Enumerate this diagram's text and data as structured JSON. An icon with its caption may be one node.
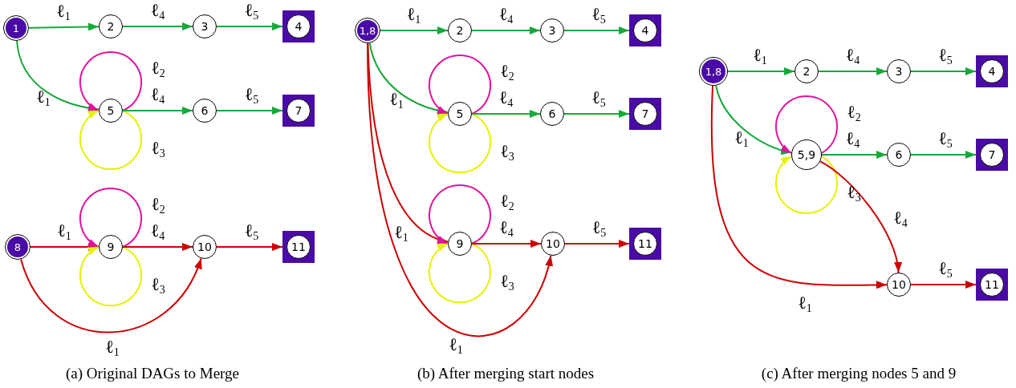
{
  "diagram": {
    "nodes": [
      {
        "text": [
          "1"
        ]
      },
      {
        "text": [
          "2"
        ]
      },
      {
        "text": [
          "3"
        ]
      },
      {
        "text": [
          "4"
        ]
      },
      {
        "text": [
          "5"
        ]
      },
      {
        "text": [
          "6"
        ]
      },
      {
        "text": [
          "7"
        ]
      },
      {
        "text": [
          "8"
        ]
      },
      {
        "text": [
          "9"
        ]
      },
      {
        "text": [
          "10"
        ]
      },
      {
        "text": [
          "11"
        ]
      },
      {
        "text": [
          "1,8"
        ]
      },
      {
        "text": [
          "2"
        ]
      },
      {
        "text": [
          "3"
        ]
      },
      {
        "text": [
          "4"
        ]
      },
      {
        "text": [
          "5"
        ]
      },
      {
        "text": [
          "6"
        ]
      },
      {
        "text": [
          "7"
        ]
      },
      {
        "text": [
          "9"
        ]
      },
      {
        "text": [
          "10"
        ]
      },
      {
        "text": [
          "11"
        ]
      },
      {
        "text": [
          "1,8"
        ]
      },
      {
        "text": [
          "2"
        ]
      },
      {
        "text": [
          "3"
        ]
      },
      {
        "text": [
          "4"
        ]
      },
      {
        "text": [
          "5,9"
        ]
      },
      {
        "text": [
          "6"
        ]
      },
      {
        "text": [
          "7"
        ]
      },
      {
        "text": [
          "10"
        ]
      },
      {
        "text": [
          "11"
        ]
      }
    ],
    "edges": [
      {
        "from": 0,
        "to": 1,
        "arrow": "to",
        "label": "ℓ$_{1}$",
        "color": "#17a83a"
      },
      {
        "from": 1,
        "to": 2,
        "arrow": "to",
        "label": "ℓ$_{4}$",
        "color": "#17a83a"
      },
      {
        "from": 2,
        "to": 3,
        "arrow": "to",
        "label": "ℓ$_{5}$",
        "color": "#17a83a"
      },
      {
        "from": 0,
        "to": 4,
        "arrow": "to",
        "label": "ℓ$_{1}$",
        "color": "#17a83a"
      },
      {
        "from": 4,
        "to": 4,
        "arrow": "to",
        "label": "ℓ$_{2}$",
        "color": "#e0149c"
      },
      {
        "from": 4,
        "to": 4,
        "arrow": "to",
        "label": "ℓ$_{3}$",
        "color": "#e6f200"
      },
      {
        "from": 4,
        "to": 5,
        "arrow": "to",
        "label": "ℓ$_{4}$",
        "color": "#17a83a"
      },
      {
        "from": 5,
        "to": 6,
        "arrow": "to",
        "label": "ℓ$_{5}$",
        "color": "#17a83a"
      },
      {
        "from": 7,
        "to": 8,
        "arrow": "to",
        "label": "ℓ$_{1}$",
        "color": "#cc0000"
      },
      {
        "from": 8,
        "to": 8,
        "arrow": "to",
        "label": "ℓ$_{2}$",
        "color": "#e0149c"
      },
      {
        "from": 8,
        "to": 8,
        "arrow": "to",
        "label": "ℓ$_{3}$",
        "color": "#e6f200"
      },
      {
        "from": 8,
        "to": 9,
        "arrow": "to",
        "label": "ℓ$_{4}$",
        "color": "#cc0000"
      },
      {
        "from": 9,
        "to": 10,
        "arrow": "to",
        "label": "ℓ$_{5}$",
        "color": "#cc0000"
      },
      {
        "from": 7,
        "to": 9,
        "arrow": "to",
        "label": "ℓ$_{1}$",
        "color": "#cc0000"
      },
      {
        "from": 11,
        "to": 12,
        "arrow": "to",
        "label": "ℓ$_{1}$",
        "color": "#17a83a"
      },
      {
        "from": 12,
        "to": 13,
        "arrow": "to",
        "label": "ℓ$_{4}$",
        "color": "#17a83a"
      },
      {
        "from": 13,
        "to": 14,
        "arrow": "to",
        "label": "ℓ$_{5}$",
        "color": "#17a83a"
      },
      {
        "from": 11,
        "to": 15,
        "arrow": "to",
        "label": "ℓ$_{1}$",
        "color": "#17a83a"
      },
      {
        "from": 15,
        "to": 15,
        "arrow": "to",
        "label": "ℓ$_{2}$",
        "color": "#e0149c"
      },
      {
        "from": 15,
        "to": 15,
        "arrow": "to",
        "label": "ℓ$_{3}$",
        "color": "#e6f200"
      },
      {
        "from": 15,
        "to": 16,
        "arrow": "to",
        "label": "ℓ$_{4}$",
        "color": "#17a83a"
      },
      {
        "from": 16,
        "to": 17,
        "arrow": "to",
        "label": "ℓ$_{5}$",
        "color": "#17a83a"
      },
      {
        "from": 11,
        "to": 18,
        "arrow": "to",
        "label": "ℓ$_{1}$",
        "color": "#cc0000"
      },
      {
        "from": 18,
        "to": 18,
        "arrow": "to",
        "label": "ℓ$_{2}$",
        "color": "#e0149c"
      },
      {
        "from": 18,
        "to": 18,
        "arrow": "to",
        "label": "ℓ$_{3}$",
        "color": "#e6f200"
      },
      {
        "from": 18,
        "to": 19,
        "arrow": "to",
        "label": "ℓ$_{4}$",
        "color": "#cc0000"
      },
      {
        "from": 19,
        "to": 20,
        "arrow": "to",
        "label": "ℓ$_{5}$",
        "color": "#cc0000"
      },
      {
        "from": 11,
        "to": 19,
        "arrow": "to",
        "label": "ℓ$_{1}$",
        "color": "#cc0000"
      },
      {
        "from": 21,
        "to": 22,
        "arrow": "to",
        "label": "ℓ$_{1}$",
        "color": "#17a83a"
      },
      {
        "from": 22,
        "to": 23,
        "arrow": "to",
        "label": "ℓ$_{4}$",
        "color": "#17a83a"
      },
      {
        "from": 23,
        "to": 24,
        "arrow": "to",
        "label": "ℓ$_{5}$",
        "color": "#17a83a"
      },
      {
        "from": 21,
        "to": 25,
        "arrow": "to",
        "label": "ℓ$_{1}$",
        "color": "#17a83a"
      },
      {
        "from": 25,
        "to": 25,
        "arrow": "to",
        "label": "ℓ$_{2}$",
        "color": "#e0149c"
      },
      {
        "from": 25,
        "to": 25,
        "arrow": "to",
        "label": "ℓ$_{3}$",
        "color": "#e6f200"
      },
      {
        "from": 25,
        "to": 26,
        "arrow": "to",
        "label": "ℓ$_{4}$",
        "color": "#17a83a"
      },
      {
        "from": 26,
        "to": 27,
        "arrow": "to",
        "label": "ℓ$_{5}$",
        "color": "#17a83a"
      },
      {
        "from": 25,
        "to": 28,
        "arrow": "to",
        "label": "ℓ$_{4}$",
        "color": "#cc0000"
      },
      {
        "from": 28,
        "to": 29,
        "arrow": "to",
        "label": "ℓ$_{5}$",
        "color": "#cc0000"
      },
      {
        "from": 21,
        "to": 28,
        "arrow": "to",
        "label": "ℓ$_{1}$",
        "color": "#cc0000"
      }
    ],
    "labels": [
      "(a) Original DAGs to Merge",
      "(b) After merging start nodes",
      "(c) After merging nodes 5 and 9"
    ]
  }
}
